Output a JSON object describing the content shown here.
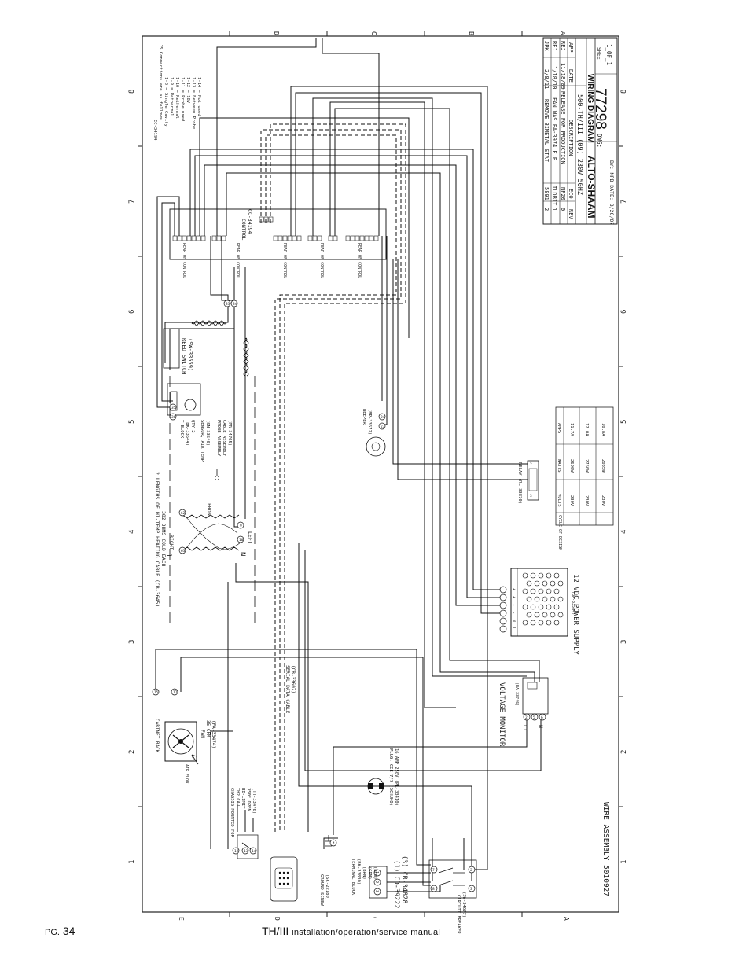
{
  "footer": {
    "page_prefix": "PG.",
    "page_number": "34",
    "manual_model": "TH/III",
    "manual_title": "installation/operation/service manual"
  },
  "title_block": {
    "brand": "ALTO-SHAAM",
    "doc_title": "WIRING DIAGRAM",
    "model_line": "500-TH/III (09) 230V 50HZ",
    "drawing_label": "DWG:",
    "drawing_number": "77298",
    "sheet_label": "SHEET",
    "sheet_value": "1_OF_1",
    "by_line": "BY: MPB DATE: 8/20/07",
    "rev_headers": [
      "REV",
      "ECO",
      "DESCRIPTION",
      "DATE",
      "APP"
    ],
    "revisions": [
      [
        "2",
        "5891",
        "REMOVE BIMETAL STAT",
        "2/8/11",
        "JPK"
      ],
      [
        "1",
        "TLDBIT",
        "FAN WAS FA-3974 F.P",
        "1/18/10",
        "REJ"
      ],
      [
        "0",
        "NP20",
        "RELEASE FOR PRODUCTION",
        "11/18/09",
        "REJ"
      ]
    ],
    "rev_cell_a": "A"
  },
  "ratings": {
    "headers": [
      "VOLTS",
      "WATTS",
      "AMPS"
    ],
    "rows": [
      [
        "230V",
        "2690W",
        "11.7A"
      ],
      [
        "230V",
        "2750W",
        "12.0A"
      ],
      [
        "230V",
        "2035W",
        "10.8A"
      ]
    ],
    "cycle_label": "CYCLE OF DESIGN"
  },
  "notes": {
    "lines": [
      "CC-34194",
      "J5 Connections are as follows",
      "1-8 = Single Cavity",
      "1-9 = Rethermal",
      "1-10 = Rethermal",
      "1-11 = Probe used",
      "1-12 = 18V",
      "1-13 = Between Probe",
      "1-14 = Not used"
    ]
  },
  "components": {
    "control": "CONTROL",
    "control_part": "CC-34194",
    "rear_of_control": "REAR OF CONTROL",
    "reed_switch": "REED SWITCH",
    "reed_part": "(SW-33559)",
    "tblock": "T-BLOCK",
    "tblock_part": "(BK-33544)",
    "tblock_qty": "QTY 2",
    "sensor": "SENSOR, AIR TEMP",
    "sensor_part": "(SN-33540)",
    "probe": "PROBE ASSEMBLY",
    "probe_cable": "CABLE ASSEMBLY",
    "probe_part": "(PR-34765)",
    "heating_cable": "2 LENGTHS OF HI-TEMP HEATING CABLE (CB-3645)",
    "heating_spec": "382 OHMS COLD EACH",
    "front": "FRONT",
    "right": "RIGHT",
    "left": "LEFT",
    "l1": "L1",
    "n": "N",
    "beeper": "BEEPER",
    "beeper_part": "(BP-33672)",
    "relay": "RELAY (RL-33870)",
    "psu": "12 VDC POWER SUPPLY",
    "psu_part": "(BA-33584)",
    "voltage_monitor": "VOLTAGE MONITOR",
    "vm_part": "(BA-33746)",
    "fan": "FAN",
    "fan_spec": "35 CFM",
    "fan_part": "(FA-33474)",
    "cabinet_back": "CABINET BACK",
    "airflow": "AIR FLOW",
    "chassis": "CHASSIS MOUNTED FOR",
    "chassis2": "TH2 CAV.",
    "hilimit": "HI-LIMIT",
    "hilimit_spec": "350° OPEN",
    "hilimit_part": "(TT-33476)",
    "serial_cable": "SERIAL DATA CABLE",
    "serial_part": "(CB-33607)",
    "plug": "PLUG, CEE 7/7 (SCHUKO)",
    "plug_spec": "16 AMP 250V (PL-33410)",
    "ground": "GROUND SCREW",
    "ground_part": "(SC-22180)",
    "terminal": "TERMINAL BLOCK",
    "terminal_part": "(BK-33830)",
    "term_colors": [
      "(BRN)",
      "(GRN)",
      "(BLU)"
    ],
    "cordset1": "(1) CD-39222",
    "cordset2": "(3) CR-34828",
    "breaker": "CIRCUIT BREAKER",
    "breaker_part": "(SW-34677)",
    "wire_assembly": "WIRE ASSEMBLY 5010927"
  },
  "grid": {
    "cols": [
      "8",
      "7",
      "6",
      "5",
      "4",
      "3",
      "2",
      "1"
    ],
    "rows": [
      "D",
      "C",
      "B",
      "A"
    ],
    "bottom_rows": [
      "E",
      "D",
      "C",
      "A"
    ]
  },
  "wire_numbers": {
    "reed": [
      "33",
      "34"
    ],
    "probe": [
      "35",
      "36"
    ],
    "beeper": [
      "24",
      "23"
    ],
    "relay": [
      "2",
      "3",
      "4",
      "5"
    ],
    "heater": [
      "62",
      "63",
      "64",
      "65"
    ],
    "heater_lr": [
      "9",
      "10"
    ],
    "fan": [
      "15",
      "17"
    ],
    "hilimit": [
      "12",
      "13",
      "14"
    ],
    "psu": [
      "+",
      "+",
      "-",
      "-",
      "N",
      "L"
    ],
    "vm": [
      "L1",
      "N",
      "2",
      "5",
      "6",
      "8"
    ],
    "breaker": [
      "7",
      "8",
      "2",
      "3"
    ],
    "terminal": [
      "1",
      "2",
      "3"
    ],
    "ground": [
      "4"
    ]
  }
}
